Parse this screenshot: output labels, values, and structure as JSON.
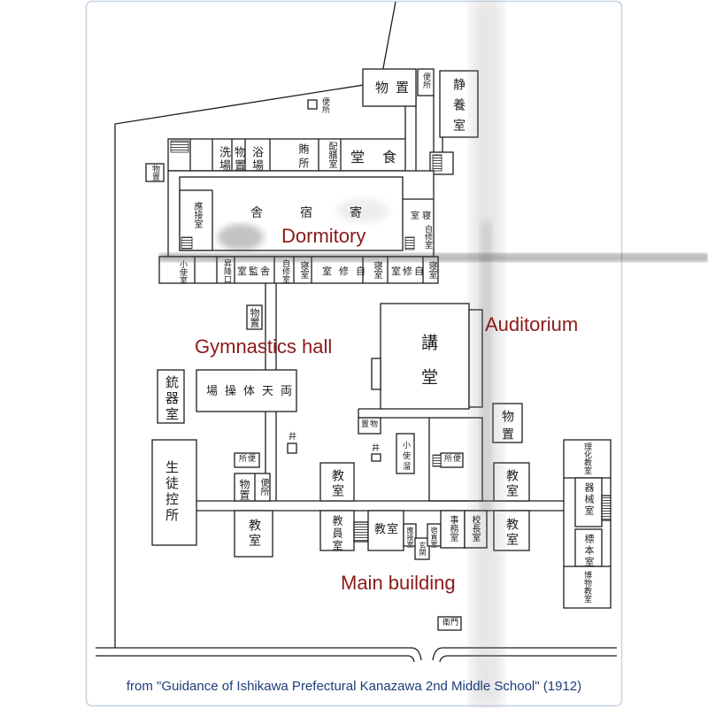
{
  "map_labels_en": {
    "dormitory": "Dormitory",
    "auditorium": "Auditorium",
    "gymnastics_hall": "Gymnastics hall",
    "main_building": "Main building"
  },
  "map_labels_ja": [
    "物置",
    "便所",
    "静養室",
    "便所",
    "洗場",
    "物置",
    "浴場",
    "賄所",
    "配膳室",
    "堂食",
    "物置",
    "舎宿寄",
    "應接室",
    "室寝",
    "自修室",
    "小使室",
    "昇降口",
    "室監舎",
    "自修室",
    "寝室",
    "室修自",
    "寝室",
    "室修自",
    "寝室",
    "物置",
    "講堂",
    "銃器室",
    "場操体天両",
    "物置",
    "置物",
    "井",
    "井",
    "小使溜",
    "所便",
    "所便",
    "生徒控所",
    "物置",
    "便所",
    "教室",
    "教室",
    "教室",
    "教員室",
    "教室",
    "應接室",
    "宿直室",
    "玄関",
    "事務室",
    "校長室",
    "教室",
    "理化教室",
    "器械室",
    "標本室",
    "博物教室",
    "衛門"
  ],
  "caption": "from \"Guidance of Ishikawa Prefectural Kanazawa 2nd Middle School\" (1912)",
  "colors": {
    "label_en": "#8b1a1a",
    "caption": "#1c3d7a",
    "ink": "#1e1e1e",
    "frame": "#c6d3df"
  }
}
